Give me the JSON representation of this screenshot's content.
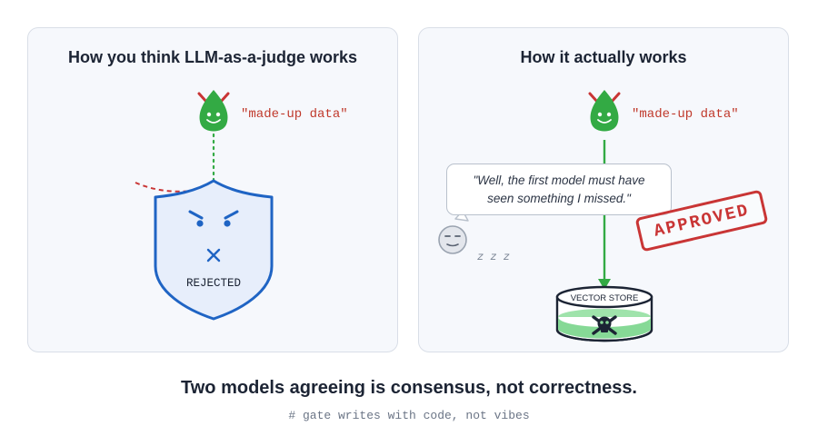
{
  "left_panel": {
    "title": "How you think LLM-as-a-judge works",
    "quote": "\"made-up data\"",
    "verdict": "REJECTED"
  },
  "right_panel": {
    "title": "How it actually works",
    "quote": "\"made-up data\"",
    "bubble_text": "\"Well, the first model must have seen something I missed.\"",
    "snore": "z z z",
    "stamp": "APPROVED",
    "store_label": "VECTOR STORE"
  },
  "caption": "Two models agreeing is consensus, not correctness.",
  "subcaption": "# gate writes with code, not vibes",
  "colors": {
    "accent_green": "#33aa44",
    "accent_red": "#c93535",
    "shield_blue": "#1f64c4"
  }
}
